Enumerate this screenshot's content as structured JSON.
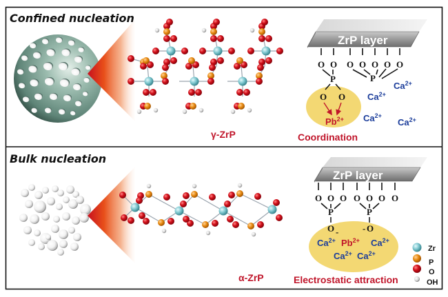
{
  "panels": [
    {
      "id": "confined",
      "title": "Confined nucleation",
      "phase_label": "γ-ZrP",
      "mechanism_label": "Coordination",
      "layer_label": "ZrP layer",
      "oxygen_symbols": [
        "O",
        "O",
        "O",
        "O",
        "O",
        "O",
        "O"
      ],
      "phosphorus_symbols": [
        "P",
        "P"
      ],
      "pendant_oxygens": [
        "O",
        "O"
      ],
      "bound_ion": "Pb",
      "bound_ion_charge": "2+",
      "free_ions": [
        {
          "symbol": "Ca",
          "charge": "2+"
        },
        {
          "symbol": "Ca",
          "charge": "2+"
        },
        {
          "symbol": "Ca",
          "charge": "2+"
        },
        {
          "symbol": "Ca",
          "charge": "2+"
        }
      ]
    },
    {
      "id": "bulk",
      "title": "Bulk nucleation",
      "phase_label": "α-ZrP",
      "mechanism_label": "Electrostatic attraction",
      "layer_label": "ZrP layer",
      "oxygen_symbols": [
        "O",
        "O",
        "O",
        "O",
        "O",
        "O",
        "O"
      ],
      "phosphorus_symbols": [
        "P",
        "P"
      ],
      "pendant_oxygens": [
        "O",
        "O"
      ],
      "pendant_charge": "-",
      "cluster_ions": [
        {
          "symbol": "Ca",
          "charge": "2+",
          "color": "blue"
        },
        {
          "symbol": "Pb",
          "charge": "2+",
          "color": "red"
        },
        {
          "symbol": "Ca",
          "charge": "2+",
          "color": "blue"
        },
        {
          "symbol": "Ca",
          "charge": "2+",
          "color": "blue"
        },
        {
          "symbol": "Ca",
          "charge": "2+",
          "color": "blue"
        }
      ]
    }
  ],
  "legend": [
    {
      "label": "Zr",
      "color": "#7fc8d0",
      "icon": "teal-sphere-icon"
    },
    {
      "label": "P",
      "color": "#e88a10",
      "icon": "orange-sphere-icon"
    },
    {
      "label": "O",
      "color": "#d4101a",
      "icon": "red-sphere-icon"
    },
    {
      "label": "OH",
      "color": "#d8d8d8",
      "icon": "white-sphere-icon"
    }
  ],
  "colors": {
    "label_red": "#c0152a",
    "label_blue": "#1a3c9a",
    "highlight_yellow": "#f3d873",
    "layer_gray": "#9a9a9a",
    "sphere_green": "#8fb3a6"
  }
}
